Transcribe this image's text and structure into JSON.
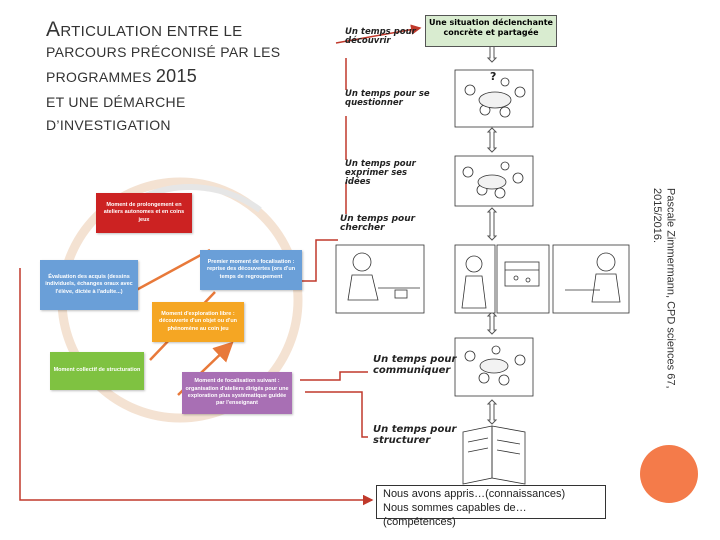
{
  "title": {
    "line1_cap": "A",
    "line1_rest": "RTICULATION ENTRE LE",
    "line2": "PARCOURS PRÉCONISÉ PAR LES",
    "line3": "PROGRAMMES ",
    "line3_year": "2015",
    "line4": "ET UNE DÉMARCHE",
    "line5": "D’INVESTIGATION"
  },
  "credit": "Pascale Zimmermann, CPD sciences 67, 2015/2016.",
  "stages": {
    "decouvrir": "Un temps pour découvrir",
    "questionner": "Un temps pour se questionner",
    "exprimer": "Un temps pour exprimer ses idées",
    "chercher": "Un temps pour chercher",
    "communiquer": "Un temps pour communiquer",
    "structurer": "Un temps pour structurer"
  },
  "situation_box": "Une situation déclenchante concrète et partagée",
  "question_mark": "?",
  "cycle_boxes": {
    "prolongement": "Moment de prolongement en ateliers autonomes et en coins jeux",
    "premier_focalisation": "Premier moment de focalisation : reprise des découvertes (ors d'un temps de regroupement",
    "evaluation": "Évaluation des acquis (dessins individuels, échanges oraux avec l'élève, dictée à l'adulte...)",
    "exploration": "Moment d'exploration libre : découverte d'un objet ou d'un phénomène au coin jeu",
    "collectif": "Moment collectif de structuration",
    "focalisation_suivant": "Moment de focalisation suivant : organisation d'ateliers dirigés pour une exploration plus systématique guidée par l'enseignant"
  },
  "bottom_box": {
    "line1": "Nous avons appris…(connaissances)",
    "line2": "Nous sommes capables de…(compétences)"
  },
  "colors": {
    "red_box": "#cc2222",
    "blue_box": "#6a9fd8",
    "green_box": "#7fc241",
    "orange_box": "#f5a623",
    "purple_box": "#a86fb4",
    "arrow_orange": "#e8793a",
    "connector_red": "#c0392b",
    "circle": "#f4c69e"
  }
}
